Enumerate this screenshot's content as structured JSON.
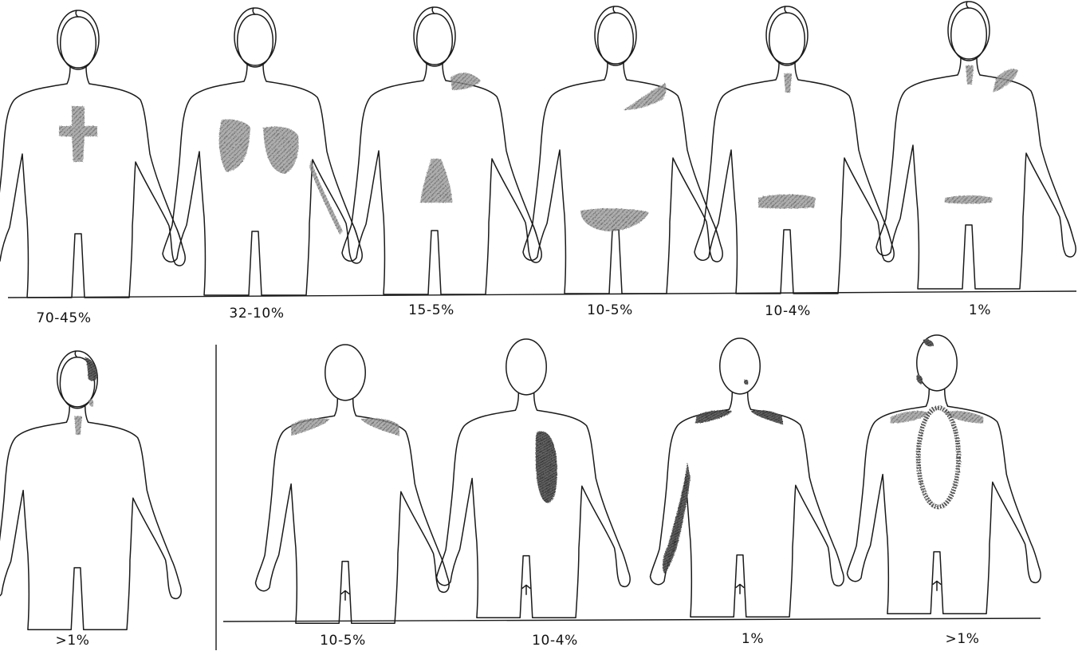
{
  "front_views": [
    {
      "label": "70-45%",
      "pain_region": "central-chest"
    },
    {
      "label": "32-10%",
      "pain_region": "bilateral-chest-left-arm"
    },
    {
      "label": "15-5%",
      "pain_region": "left-neck-epigastrium"
    },
    {
      "label": "10-5%",
      "pain_region": "left-shoulder-lower-abdomen"
    },
    {
      "label": "10-4%",
      "pain_region": "throat-mid-abdomen"
    },
    {
      "label": "1%",
      "pain_region": "left-neck-throat-abdomen"
    },
    {
      "label": ">1%",
      "pain_region": "jaw-ear-throat"
    }
  ],
  "back_views": [
    {
      "label": "10-5%",
      "pain_region": "upper-shoulders"
    },
    {
      "label": "10-4%",
      "pain_region": "interscapular-left"
    },
    {
      "label": "1%",
      "pain_region": "shoulders-left-arm"
    },
    {
      "label": ">1%",
      "pain_region": "head-shoulders-back-ring"
    }
  ],
  "colors": {
    "ink": "#1a1a1a",
    "shading": "#6e6e6e",
    "shading_dark": "#3a3a3a",
    "paper": "#ffffff"
  }
}
